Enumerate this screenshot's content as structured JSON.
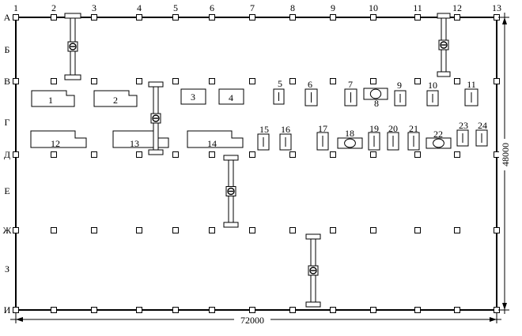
{
  "plan": {
    "axes_columns": [
      "1",
      "2",
      "3",
      "4",
      "5",
      "6",
      "7",
      "8",
      "9",
      "10",
      "11",
      "12",
      "13"
    ],
    "axes_rows": [
      "А",
      "Б",
      "В",
      "Г",
      "Д",
      "Е",
      "Ж",
      "З",
      "И"
    ],
    "dim_width": "72000",
    "dim_height": "48000"
  },
  "machines": [
    {
      "label": "1",
      "kind": "bench"
    },
    {
      "label": "2",
      "kind": "bench"
    },
    {
      "label": "3",
      "kind": "box"
    },
    {
      "label": "4",
      "kind": "box"
    },
    {
      "label": "5",
      "kind": "machine"
    },
    {
      "label": "6",
      "kind": "machine"
    },
    {
      "label": "7",
      "kind": "machine"
    },
    {
      "label": "8",
      "kind": "oval-machine"
    },
    {
      "label": "9",
      "kind": "machine"
    },
    {
      "label": "10",
      "kind": "machine"
    },
    {
      "label": "11",
      "kind": "machine"
    },
    {
      "label": "12",
      "kind": "bench"
    },
    {
      "label": "13",
      "kind": "bench"
    },
    {
      "label": "14",
      "kind": "bench"
    },
    {
      "label": "15",
      "kind": "machine"
    },
    {
      "label": "16",
      "kind": "machine"
    },
    {
      "label": "17",
      "kind": "machine"
    },
    {
      "label": "18",
      "kind": "oval-machine"
    },
    {
      "label": "19",
      "kind": "machine"
    },
    {
      "label": "20",
      "kind": "machine"
    },
    {
      "label": "21",
      "kind": "machine"
    },
    {
      "label": "22",
      "kind": "oval-machine"
    },
    {
      "label": "23",
      "kind": "machine"
    },
    {
      "label": "24",
      "kind": "machine"
    }
  ],
  "cranes": [
    {
      "name": "jib-crane-1"
    },
    {
      "name": "jib-crane-2"
    },
    {
      "name": "jib-crane-3"
    },
    {
      "name": "jib-crane-4"
    },
    {
      "name": "jib-crane-5"
    }
  ]
}
